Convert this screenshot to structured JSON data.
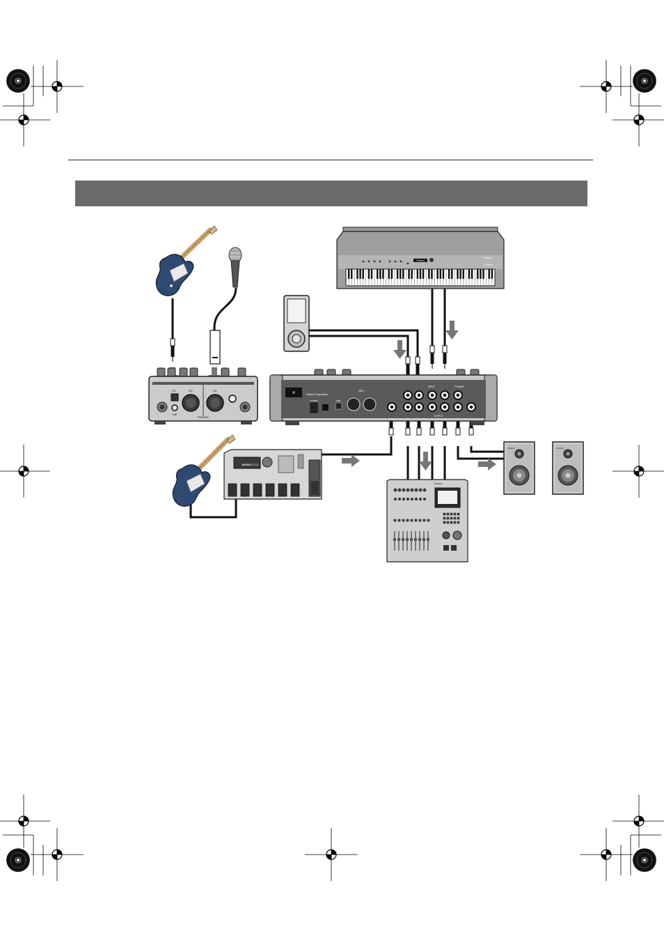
{
  "page": {
    "section_title": ""
  },
  "devices": {
    "piano_brand": "Roland",
    "piano_brand_small": "Roland",
    "piano_model": "V-Piano",
    "rear_panel_maker": "Roland Corporation",
    "rear_panel_power": "POWER",
    "rear_panel_usb": "USB",
    "rear_panel_midi": "MIDI",
    "rear_panel_output": "OUTPUT",
    "rear_panel_input": "INPUT",
    "rear_panel_phones": "PHONES",
    "front_preamp": "PRE-AMP",
    "front_mic": "MIC",
    "front_hiz": "HI-Z",
    "front_line": "LINE",
    "effects_brand": "BOSS",
    "effects_model": "GT-10",
    "recorder_brand": "Roland",
    "speaker_brand": "Roland"
  },
  "colors": {
    "banner": "#6b6b6b",
    "device_body": "#c9c9c9",
    "device_dark": "#4a4a4a",
    "cable": "#111111",
    "arrow": "#777777",
    "guitar_body": "#2f4a72"
  },
  "icons": {
    "registration_mark": "crosshair-circle-icon",
    "print_wheel": "radial-wheel-icon",
    "signal_arrow": "gray-arrow-icon"
  }
}
